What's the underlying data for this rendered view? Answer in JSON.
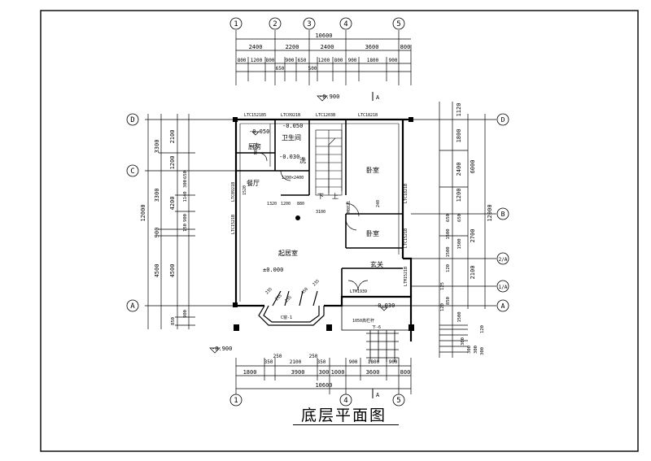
{
  "drawing": {
    "title": "底层平面图",
    "top_axes": [
      "1",
      "2",
      "3",
      "4",
      "5"
    ],
    "bottom_axes": [
      "1",
      "4",
      "5"
    ],
    "left_axes": [
      "D",
      "C",
      "A"
    ],
    "right_axes": [
      "D",
      "B",
      "2/A",
      "1/A",
      "A"
    ],
    "top_total": "10600",
    "top_dims_row1": [
      "2400",
      "2200",
      "2400",
      "3600",
      "800"
    ],
    "top_dims_row2": [
      "800",
      "1200",
      "800",
      "900",
      "650",
      "1200",
      "800",
      "900",
      "1800",
      "900"
    ],
    "top_dims_row2b": [
      "650",
      "500"
    ],
    "bottom_total": "10600",
    "bottom_dims_row1": [
      "1800",
      "3900",
      "300",
      "1000",
      "3600",
      "800"
    ],
    "bottom_dims_row2": [
      "350",
      "250",
      "2100",
      "250",
      "350",
      "900",
      "1800",
      "900"
    ],
    "left_total": "12000",
    "left_dims_row1": [
      "3300",
      "3300",
      "900",
      "4500"
    ],
    "left_dims_row2": [
      "2100",
      "1200",
      "4200",
      "4500"
    ],
    "left_dims_row3": [
      "1140",
      "300",
      "650",
      "900",
      "150",
      "850",
      "900"
    ],
    "left_dims_small": [
      "1200",
      "800"
    ],
    "right_total": "12000",
    "right_dims_row1": [
      "6000",
      "2700",
      "2100"
    ],
    "right_dims_row2": [
      "1120",
      "1800",
      "2400",
      "1200",
      "650",
      "1500",
      "1500",
      "120",
      "1500",
      "850"
    ],
    "right_dims_row3": [
      "650",
      "120",
      "1500",
      "125"
    ],
    "right_bottom": [
      "300",
      "300",
      "300",
      "120",
      "300"
    ],
    "levels": [
      "-0.900",
      "-0.050",
      "-0.050",
      "-0.030",
      "±0.000",
      "-0.030",
      "-0.900"
    ],
    "rooms": {
      "kitchen": "厨房",
      "wc": "卫生间",
      "dining": "餐厅",
      "bedroom1": "卧室",
      "bedroom2": "卧室",
      "living": "起居室",
      "entry": "玄关",
      "wash": "洗"
    },
    "openings": {
      "w_top1": "LTC1521B5",
      "w_top2": "LTC0921B",
      "w_top3": "LTC1203B",
      "w_top4": "LTC1821B",
      "w_left1": "LTC0921B",
      "w_left2": "LTC1521B",
      "w_right1": "LTC1821B",
      "w_right2": "LTC1521B",
      "w_mid": "M0921",
      "d_entry": "LTM1939",
      "d_side": "LTM1521B",
      "d_stair": "M0821",
      "bay": "C窗-1",
      "dim_1200_2400": "1200×2400",
      "dim_1320": "1320",
      "dim_1200b": "1200",
      "dim_880": "880",
      "dim_3100": "3100",
      "dim_240": "240",
      "dim_1520": "1520",
      "stair_down": "下",
      "stair_up": "上",
      "rail_text": "1050高栏杆",
      "step_text": "下-6",
      "bay_dims": [
        "235",
        "235",
        "235",
        "450",
        "235"
      ]
    }
  }
}
